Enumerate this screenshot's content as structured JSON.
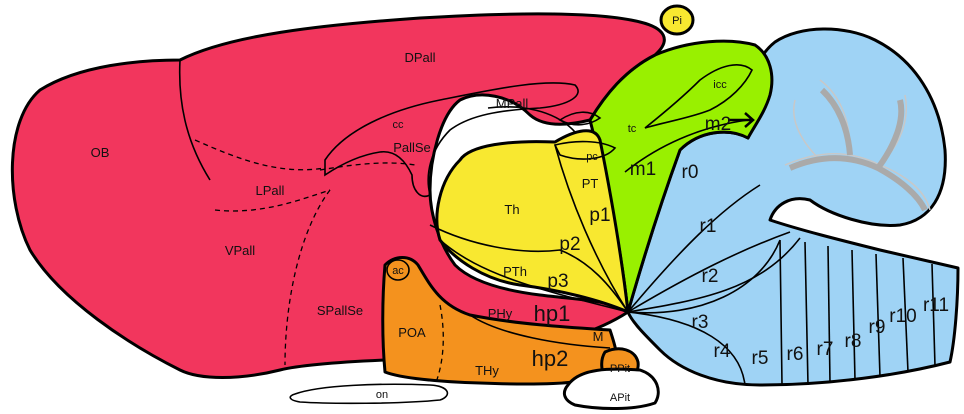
{
  "colors": {
    "pallium": "#f2365d",
    "diencephalon": "#f8e830",
    "midbrain": "#99f000",
    "hindbrain": "#9fd3f5",
    "hypothalamus": "#f4921e",
    "tract_gray": "#c8c8c8",
    "white": "#ffffff"
  },
  "labels": {
    "pi": "Pi",
    "dpall": "DPall",
    "ob": "OB",
    "mpall": "MPall",
    "cc": "cc",
    "pallse": "PallSe",
    "lpall": "LPall",
    "vpall": "VPall",
    "spallse": "SPallSe",
    "ac": "ac",
    "poa": "POA",
    "on": "on",
    "th": "Th",
    "pc": "pc",
    "pt": "PT",
    "p1": "p1",
    "p2": "p2",
    "pth": "PTh",
    "p3": "p3",
    "phy": "PHy",
    "hp1": "hp1",
    "hp2": "hp2",
    "thy": "THy",
    "m": "M",
    "ppit": "PPit",
    "apit": "APit",
    "icc": "icc",
    "tc": "tc",
    "m1": "m1",
    "m2": "m2",
    "r0": "r0",
    "r1": "r1",
    "r2": "r2",
    "r3": "r3",
    "r4": "r4",
    "r5": "r5",
    "r6": "r6",
    "r7": "r7",
    "r8": "r8",
    "r9": "r9",
    "r10": "r10",
    "r11": "r11"
  }
}
